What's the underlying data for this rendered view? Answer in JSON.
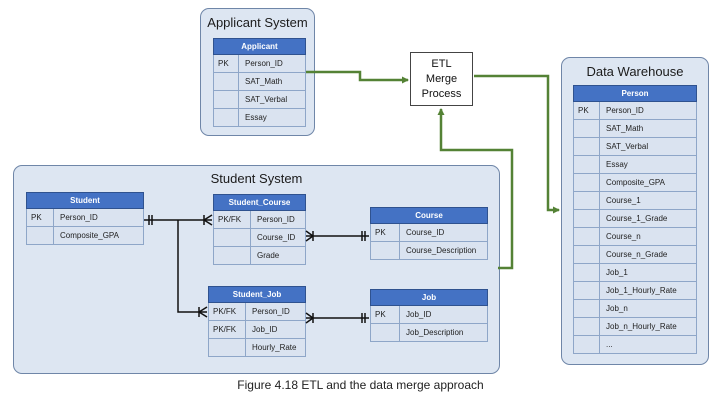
{
  "etl": {
    "lines": [
      "ETL",
      "Merge",
      "Process"
    ]
  },
  "applicant_system": {
    "title": "Applicant System",
    "table": {
      "name": "Applicant",
      "rows": [
        {
          "key": "PK",
          "field": "Person_ID"
        },
        {
          "key": "",
          "field": "SAT_Math"
        },
        {
          "key": "",
          "field": "SAT_Verbal"
        },
        {
          "key": "",
          "field": "Essay"
        }
      ]
    }
  },
  "student_system": {
    "title": "Student System",
    "student": {
      "name": "Student",
      "rows": [
        {
          "key": "PK",
          "field": "Person_ID"
        },
        {
          "key": "",
          "field": "Composite_GPA"
        }
      ]
    },
    "student_course": {
      "name": "Student_Course",
      "rows": [
        {
          "key": "PK/FK",
          "field": "Person_ID"
        },
        {
          "key": "",
          "field": "Course_ID"
        },
        {
          "key": "",
          "field": "Grade"
        }
      ]
    },
    "course": {
      "name": "Course",
      "rows": [
        {
          "key": "PK",
          "field": "Course_ID"
        },
        {
          "key": "",
          "field": "Course_Description"
        }
      ]
    },
    "student_job": {
      "name": "Student_Job",
      "rows": [
        {
          "key": "PK/FK",
          "field": "Person_ID"
        },
        {
          "key": "PK/FK",
          "field": "Job_ID"
        },
        {
          "key": "",
          "field": "Hourly_Rate"
        }
      ]
    },
    "job": {
      "name": "Job",
      "rows": [
        {
          "key": "PK",
          "field": "Job_ID"
        },
        {
          "key": "",
          "field": "Job_Description"
        }
      ]
    }
  },
  "data_warehouse": {
    "title": "Data Warehouse",
    "table": {
      "name": "Person",
      "rows": [
        {
          "key": "PK",
          "field": "Person_ID"
        },
        {
          "key": "",
          "field": "SAT_Math"
        },
        {
          "key": "",
          "field": "SAT_Verbal"
        },
        {
          "key": "",
          "field": "Essay"
        },
        {
          "key": "",
          "field": "Composite_GPA"
        },
        {
          "key": "",
          "field": "Course_1"
        },
        {
          "key": "",
          "field": "Course_1_Grade"
        },
        {
          "key": "",
          "field": "Course_n"
        },
        {
          "key": "",
          "field": "Course_n_Grade"
        },
        {
          "key": "",
          "field": "Job_1"
        },
        {
          "key": "",
          "field": "Job_1_Hourly_Rate"
        },
        {
          "key": "",
          "field": "Job_n"
        },
        {
          "key": "",
          "field": "Job_n_Hourly_Rate"
        },
        {
          "key": "",
          "field": "..."
        }
      ]
    }
  },
  "caption": "Figure 4.18 ETL and the data merge approach",
  "colors": {
    "arrow": "#548235",
    "header": "#4472c4",
    "panel": "#dde6f2",
    "row": "#dae3f0"
  }
}
